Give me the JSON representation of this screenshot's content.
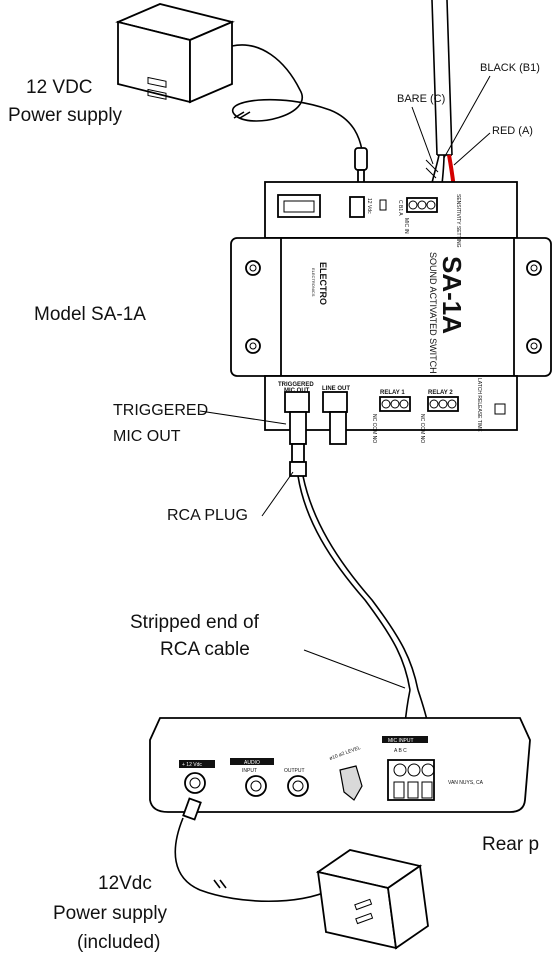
{
  "labels": {
    "power_supply_top_line1": "12 VDC",
    "power_supply_top_line2": "Power supply",
    "model": "Model SA-1A",
    "triggered_line1": "TRIGGERED",
    "triggered_line2": "MIC OUT",
    "rca_plug": "RCA PLUG",
    "stripped_line1": "Stripped end of",
    "stripped_line2": "RCA cable",
    "rear_panel": "Rear p",
    "power_supply_bottom_line1": "12Vdc",
    "power_supply_bottom_line2": "Power supply",
    "power_supply_bottom_line3": "(included)",
    "wire_black": "BLACK (B1)",
    "wire_bare": "BARE (C)",
    "wire_red": "RED (A)"
  },
  "device": {
    "name": "SA-1A",
    "subtitle": "SOUND ACTIVATED SWITCH",
    "brand_line1": "ELECTRO",
    "brand_line2": "ELECTRONICS",
    "top_labels": {
      "vdc": "12 Vdc",
      "mic_in": "MIC IN",
      "mic_terms": "C B1 A",
      "sensitivity": "SENSITIVITY SETTING"
    },
    "bottom_labels": {
      "triggered": "TRIGGERED",
      "mic_out": "MIC OUT",
      "line_out": "LINE OUT",
      "relay1": "RELAY 1",
      "relay2": "RELAY 2",
      "relay_terms": "NC COM NO",
      "latch": "LATCH RELEASE TIME"
    }
  },
  "rear_unit": {
    "vdc_label": "+ 12 Vdc",
    "audio_label": "AUDIO",
    "input_label": "INPUT",
    "output_label": "OUTPUT",
    "mic_input_label": "MIC INPUT",
    "terminals": "A   B   C",
    "location": "VAN NUYS, CA",
    "knob_labels": "ø10  ø2  LEVEL"
  },
  "colors": {
    "red_wire": "#d40000",
    "line": "#000000"
  }
}
